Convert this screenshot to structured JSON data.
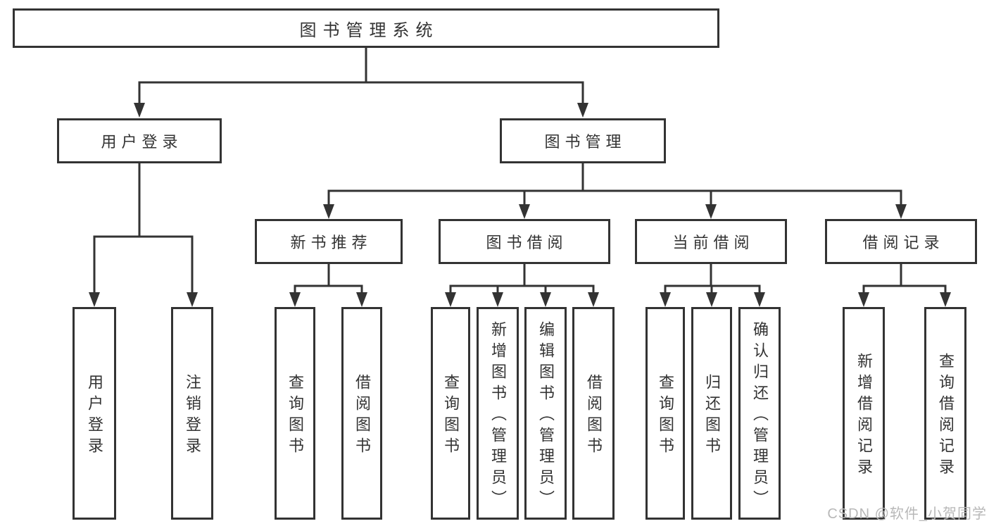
{
  "tree": {
    "label": "图书管理系统",
    "children": [
      {
        "label": "用户登录",
        "children": [
          {
            "label": "用户登录"
          },
          {
            "label": "注销登录"
          }
        ]
      },
      {
        "label": "图书管理",
        "children": [
          {
            "label": "新书推荐",
            "children": [
              {
                "label": "查询图书"
              },
              {
                "label": "借阅图书"
              }
            ]
          },
          {
            "label": "图书借阅",
            "children": [
              {
                "label": "查询图书"
              },
              {
                "label": "新增图书（管理员）"
              },
              {
                "label": "编辑图书（管理员）"
              },
              {
                "label": "借阅图书"
              }
            ]
          },
          {
            "label": "当前借阅",
            "children": [
              {
                "label": "查询图书"
              },
              {
                "label": "归还图书"
              },
              {
                "label": "确认归还（管理员）"
              }
            ]
          },
          {
            "label": "借阅记录",
            "children": [
              {
                "label": "新增借阅记录"
              },
              {
                "label": "查询借阅记录"
              }
            ]
          }
        ]
      }
    ]
  },
  "watermark": {
    "text": "CSDN @软件_小贺同学"
  },
  "colors": {
    "line": "#333333",
    "box_border": "#333333",
    "text": "#333333",
    "background": "#ffffff",
    "watermark": "#b8b8b8"
  }
}
